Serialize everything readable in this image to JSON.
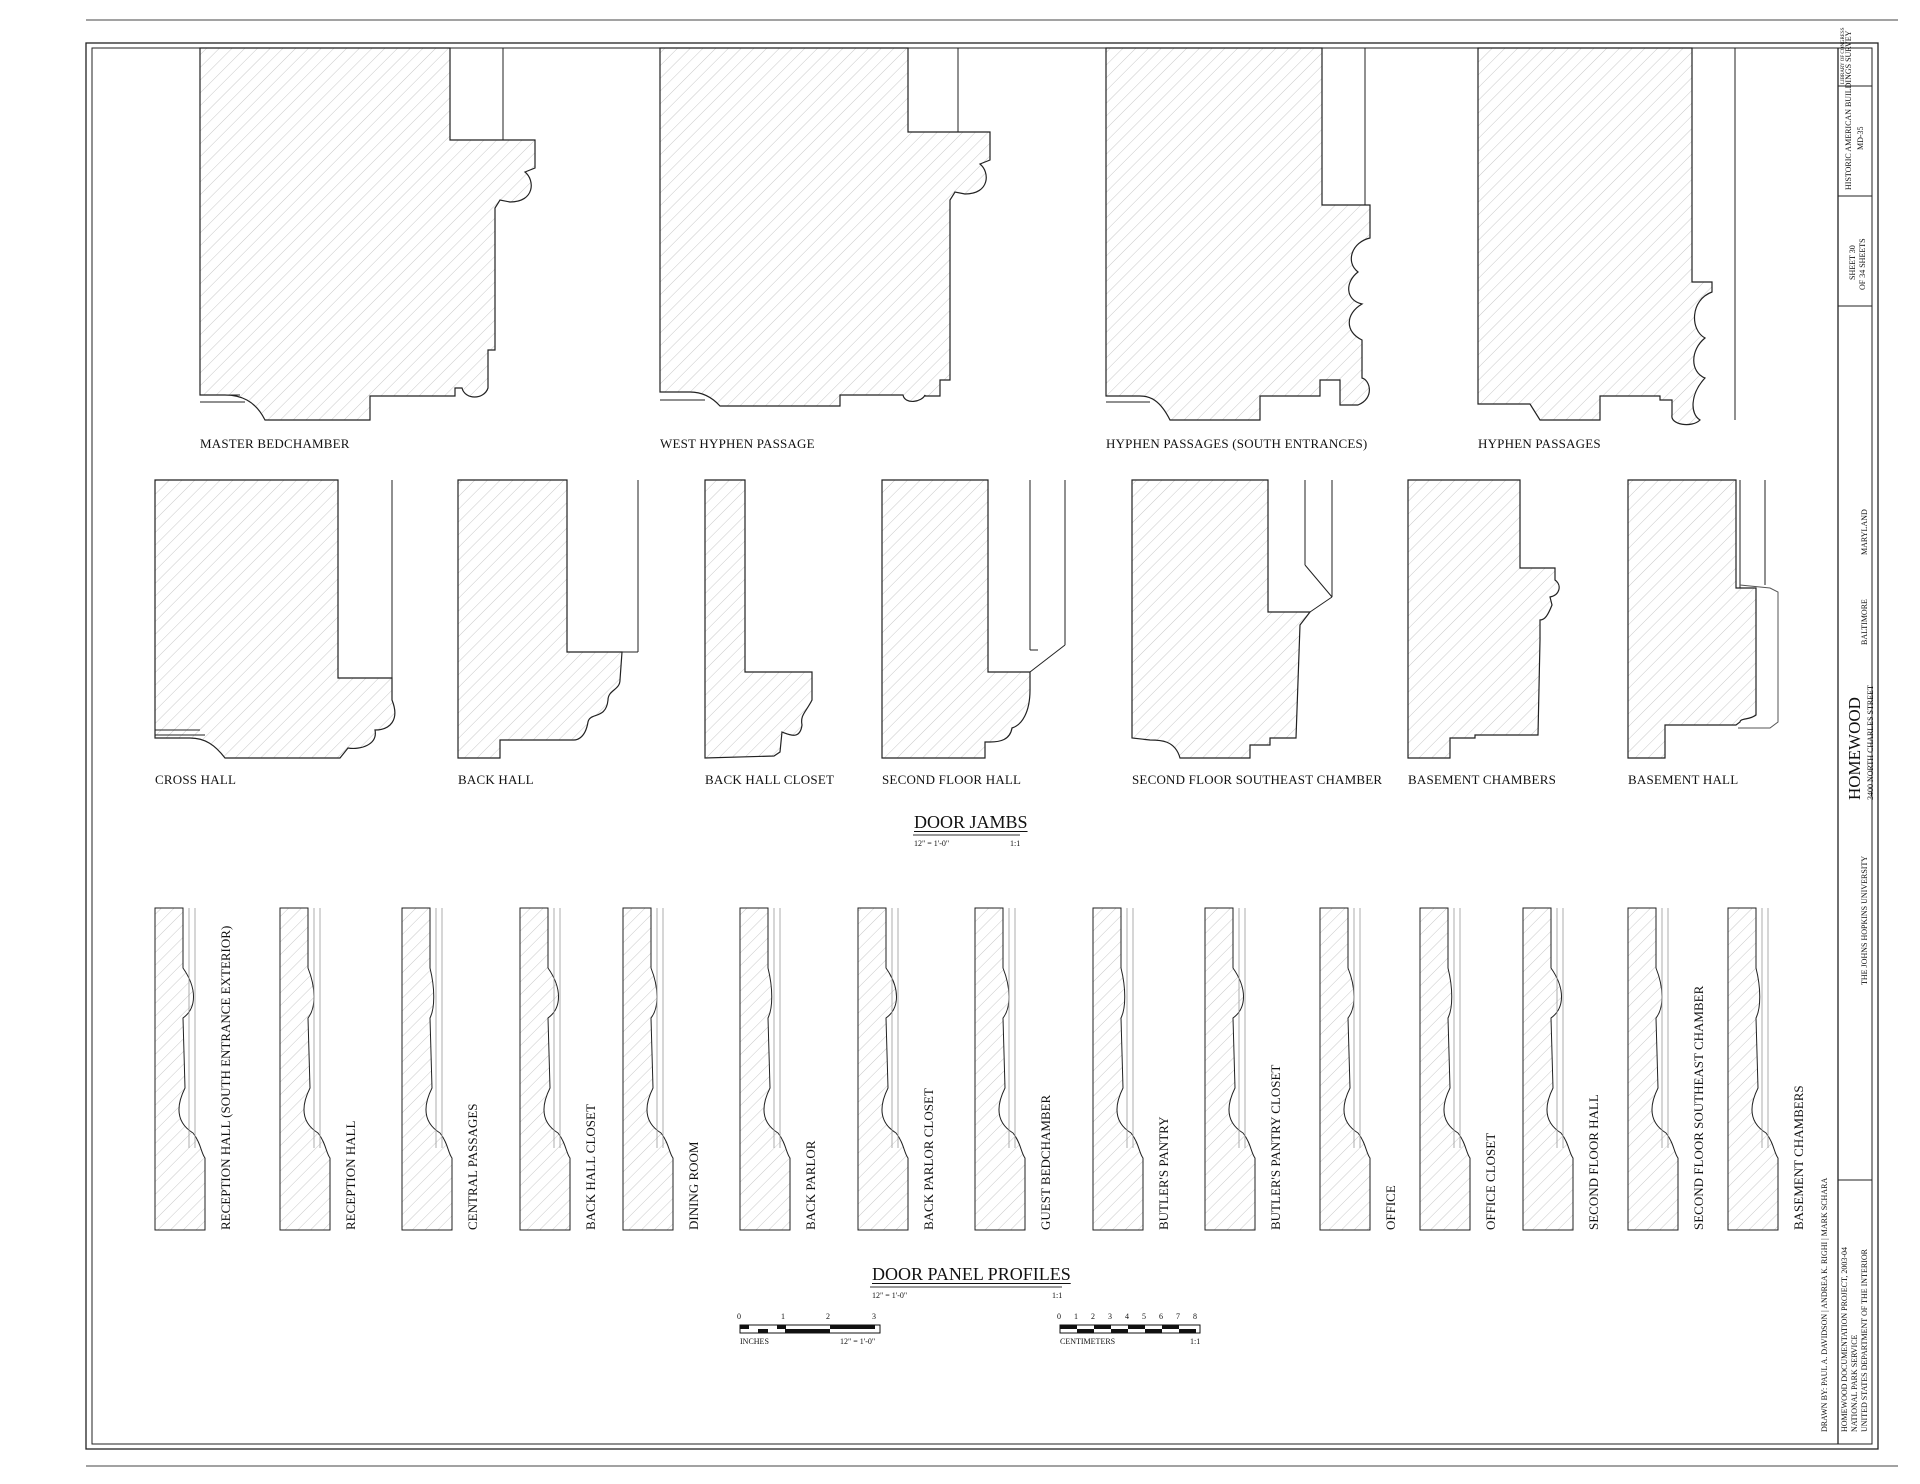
{
  "door_jambs": {
    "title": "DOOR JAMBS",
    "scale": "12\" = 1'-0\"",
    "ratio": "1:1",
    "top_row": [
      "MASTER BEDCHAMBER",
      "WEST HYPHEN PASSAGE",
      "HYPHEN PASSAGES (SOUTH ENTRANCES)",
      "HYPHEN PASSAGES"
    ],
    "middle_row": [
      "CROSS HALL",
      "BACK HALL",
      "BACK HALL CLOSET",
      "SECOND FLOOR HALL",
      "SECOND FLOOR SOUTHEAST CHAMBER",
      "BASEMENT CHAMBERS",
      "BASEMENT HALL"
    ]
  },
  "door_panels": {
    "title": "DOOR PANEL PROFILES",
    "scale": "12\" = 1'-0\"",
    "ratio": "1:1",
    "profiles": [
      "RECEPTION HALL (SOUTH ENTRANCE EXTERIOR)",
      "RECEPTION HALL",
      "CENTRAL PASSAGES",
      "BACK HALL CLOSET",
      "DINING ROOM",
      "BACK PARLOR",
      "BACK PARLOR CLOSET",
      "GUEST BEDCHAMBER",
      "BUTLER'S PANTRY",
      "BUTLER'S PANTRY CLOSET",
      "OFFICE",
      "OFFICE CLOSET",
      "SECOND FLOOR HALL",
      "SECOND FLOOR SOUTHEAST CHAMBER",
      "BASEMENT CHAMBERS"
    ]
  },
  "scale_bars": {
    "inches": {
      "ticks": [
        "0",
        "1",
        "2",
        "3"
      ],
      "unit": "INCHES",
      "scale": "12\" = 1'-0\""
    },
    "centimeters": {
      "ticks": [
        "0",
        "1",
        "2",
        "3",
        "4",
        "5",
        "6",
        "7",
        "8"
      ],
      "unit": "CENTIMETERS",
      "ratio": "1:1"
    }
  },
  "title_block": {
    "library": "LIBRARY OF CONGRESS",
    "survey": "HISTORIC AMERICAN BUILDINGS SURVEY",
    "survey_no": "MD-35",
    "sheet": "SHEET 30",
    "of_sheets": "OF 34 SHEETS",
    "building": "HOMEWOOD",
    "address": "3400 NORTH CHARLES STREET",
    "owner": "THE JOHNS HOPKINS UNIVERSITY",
    "city": "BALTIMORE",
    "state": "MARYLAND",
    "drawn_by": "DRAWN BY: PAUL A. DAVIDSON | ANDREA K. RIGHI | MARK SCHARA",
    "project": "HOMEWOOD DOCUMENTATION PROJECT, 2003-04",
    "agency": "NATIONAL PARK SERVICE",
    "department": "UNITED STATES DEPARTMENT OF THE INTERIOR"
  }
}
